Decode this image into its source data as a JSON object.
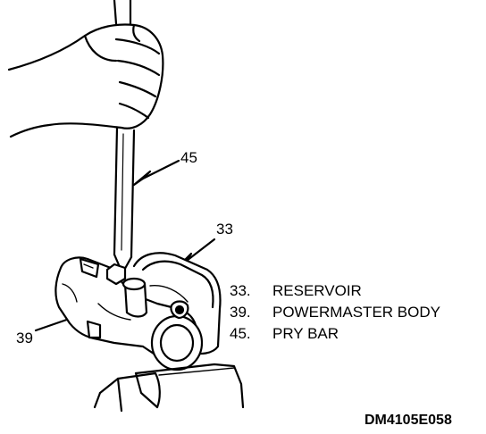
{
  "callouts": {
    "c45": "45",
    "c33": "33",
    "c39": "39"
  },
  "legend": [
    {
      "num": "33.",
      "label": "RESERVOIR"
    },
    {
      "num": "39.",
      "label": "POWERMASTER BODY"
    },
    {
      "num": "45.",
      "label": "PRY BAR"
    }
  ],
  "figure_id": "DM4105E058",
  "colors": {
    "ink": "#000000",
    "paper": "#ffffff"
  }
}
